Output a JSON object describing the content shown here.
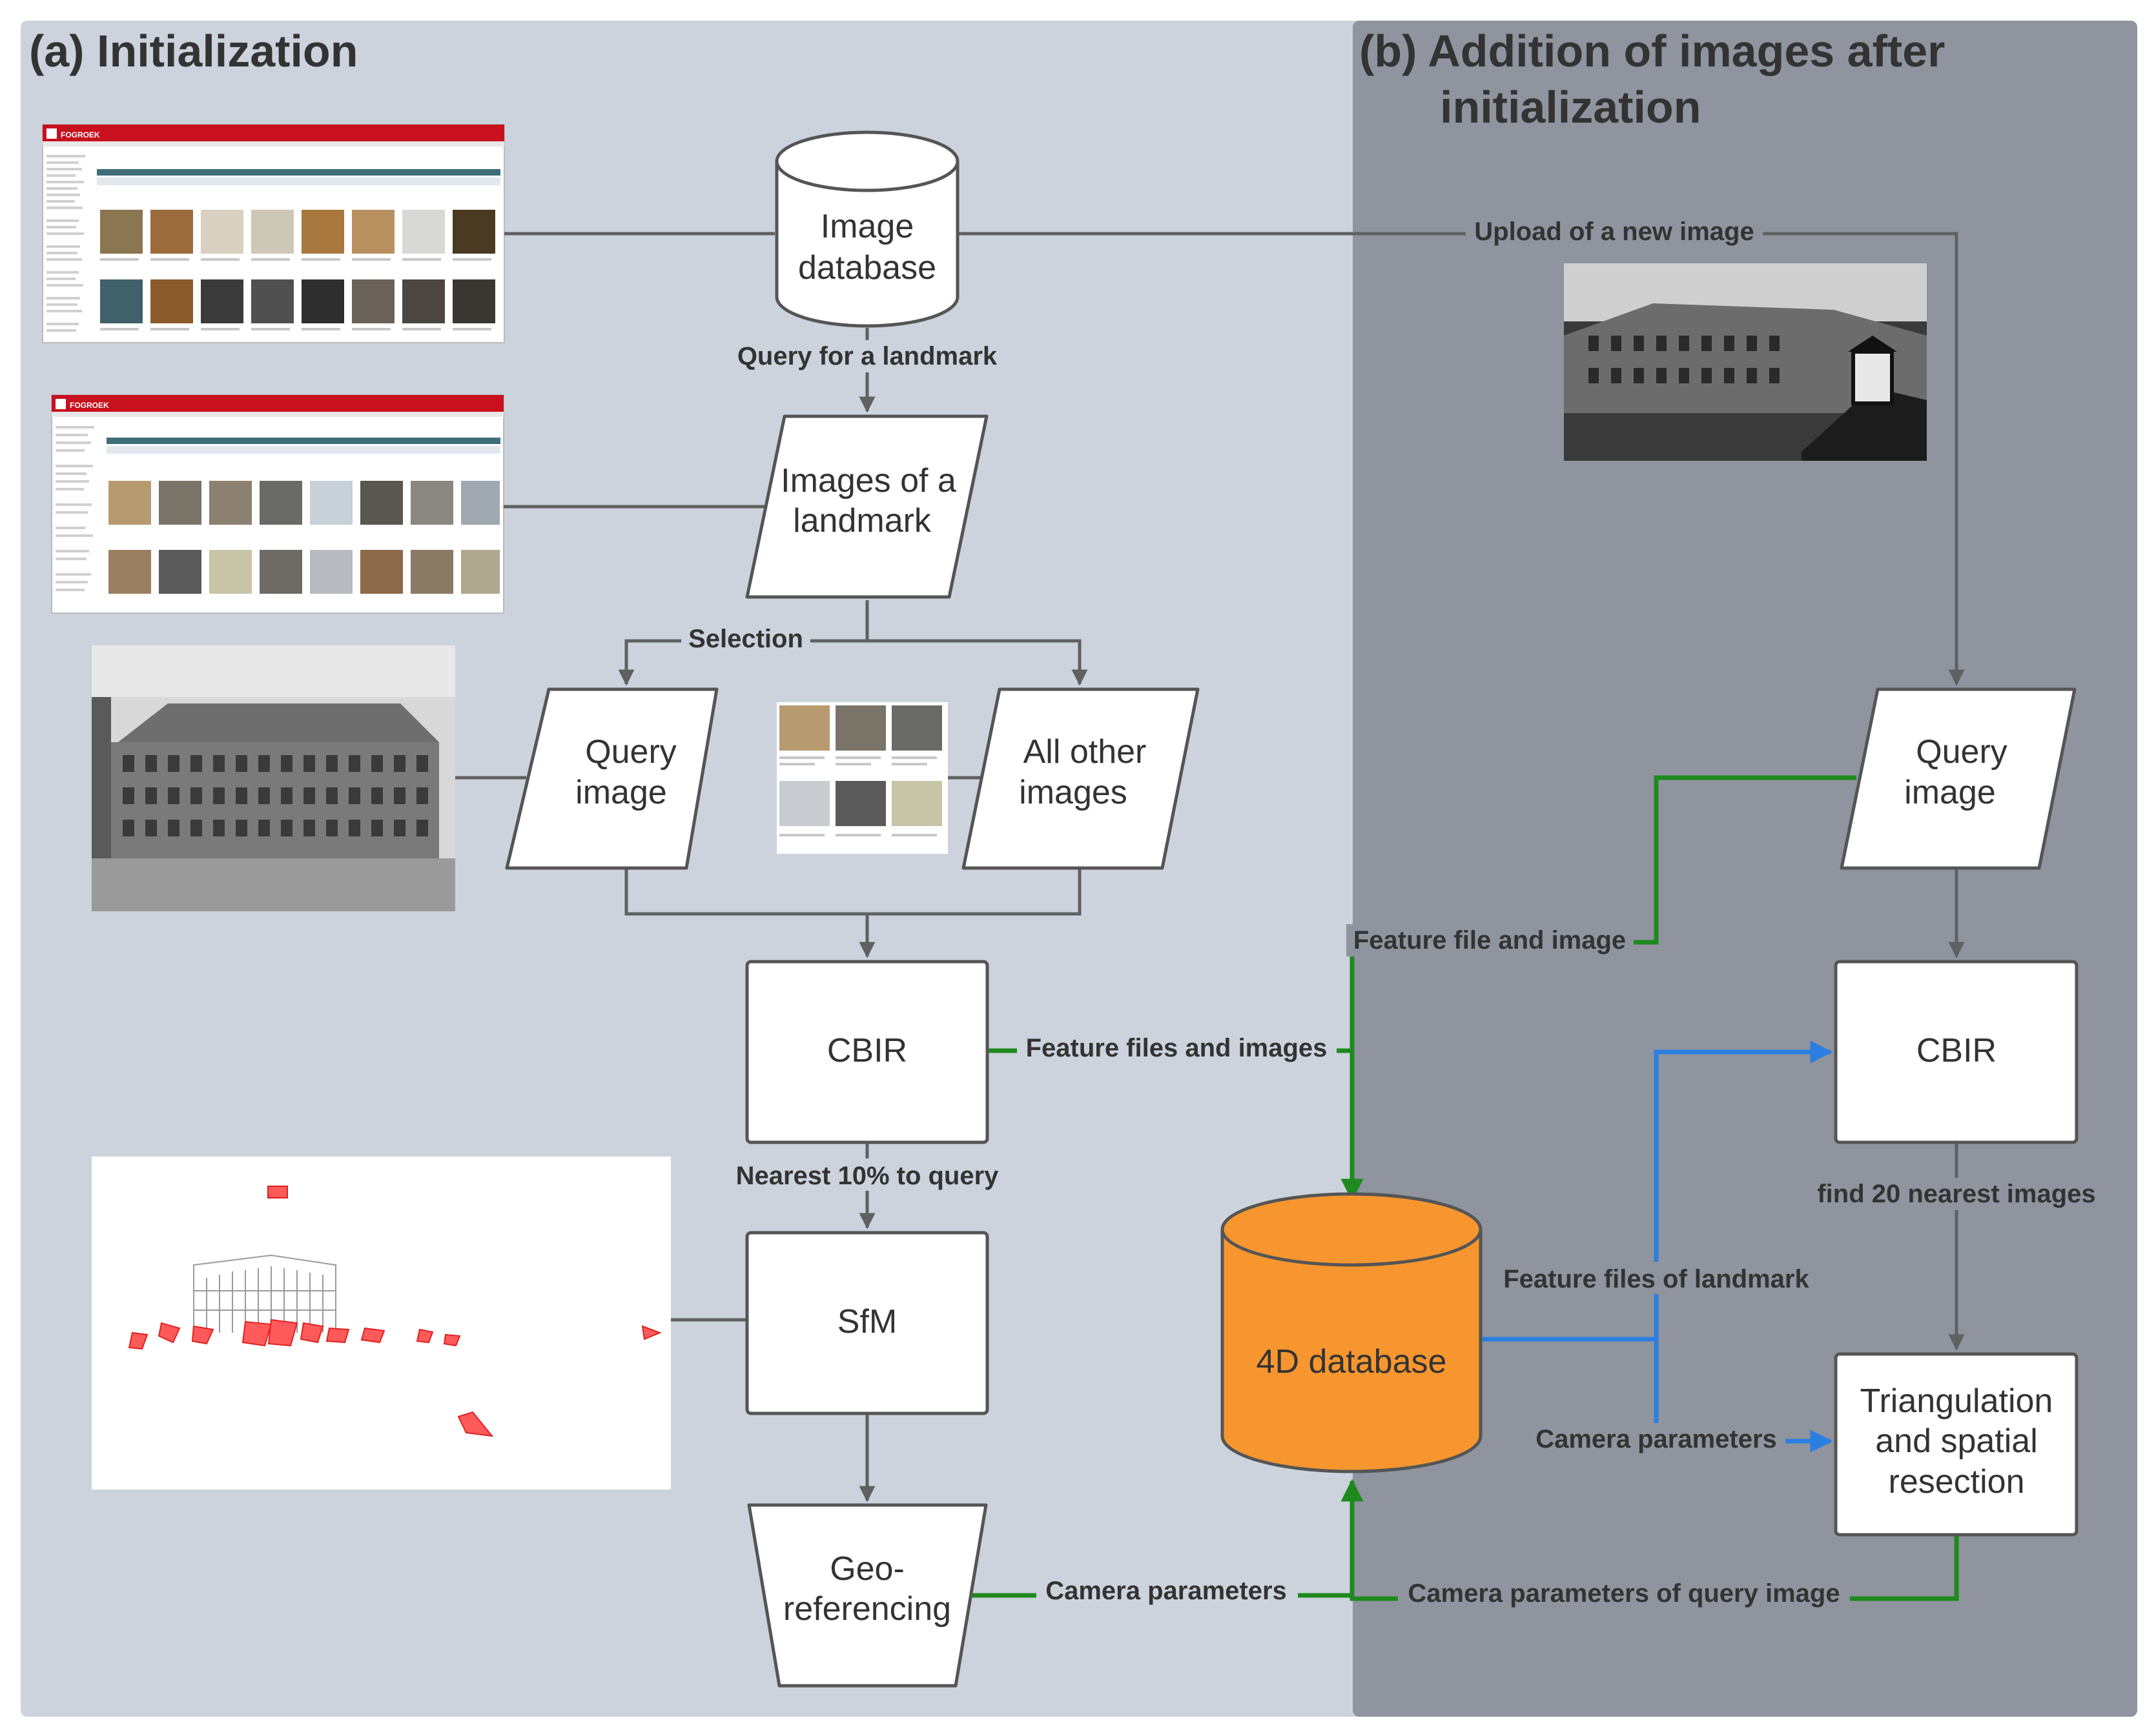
{
  "panels": {
    "a_title": "(a) Initialization",
    "b_title_line1": "(b) Addition of images after",
    "b_title_line2": "initialization"
  },
  "nodes": {
    "image_database": [
      "Image",
      "database"
    ],
    "images_of_landmark": [
      "Images of a",
      "landmark"
    ],
    "query_image_a": [
      "Query",
      "image"
    ],
    "all_other_images": [
      "All other",
      "images"
    ],
    "cbir_a": [
      "CBIR"
    ],
    "sfm": [
      "SfM"
    ],
    "georeferencing": [
      "Geo-",
      "referencing"
    ],
    "db_4d": [
      "4D database"
    ],
    "query_image_b": [
      "Query",
      "image"
    ],
    "cbir_b": [
      "CBIR"
    ],
    "triangulation": [
      "Triangulation",
      "and spatial",
      "resection"
    ]
  },
  "edge_labels": {
    "query_for_landmark": "Query for a landmark",
    "selection": "Selection",
    "feature_files_and_images": "Feature files and images",
    "nearest_10": "Nearest 10% to query",
    "camera_parameters_a": "Camera parameters",
    "upload_new_image": "Upload of a new image",
    "feature_file_and_image": "Feature file and image",
    "find_20_nearest": "find 20 nearest images",
    "feature_files_of_landmark": "Feature files of landmark",
    "camera_parameters_b": "Camera parameters",
    "camera_parameters_of_query": "Camera parameters of query image"
  },
  "colors": {
    "panel_a_bg": "#cdd3dc",
    "panel_b_bg": "#8f949e",
    "node_fill": "#ffffff",
    "node_stroke": "#555555",
    "db4d_fill": "#f7962f",
    "gray_arrow": "#606060",
    "green_arrow": "#1e8a1e",
    "blue_arrow": "#2a7fe0",
    "web_red": "#c8101e"
  },
  "screenshots": {
    "web_logo_1": "FOGROEK",
    "web_logo_2": "FOGROEK"
  }
}
